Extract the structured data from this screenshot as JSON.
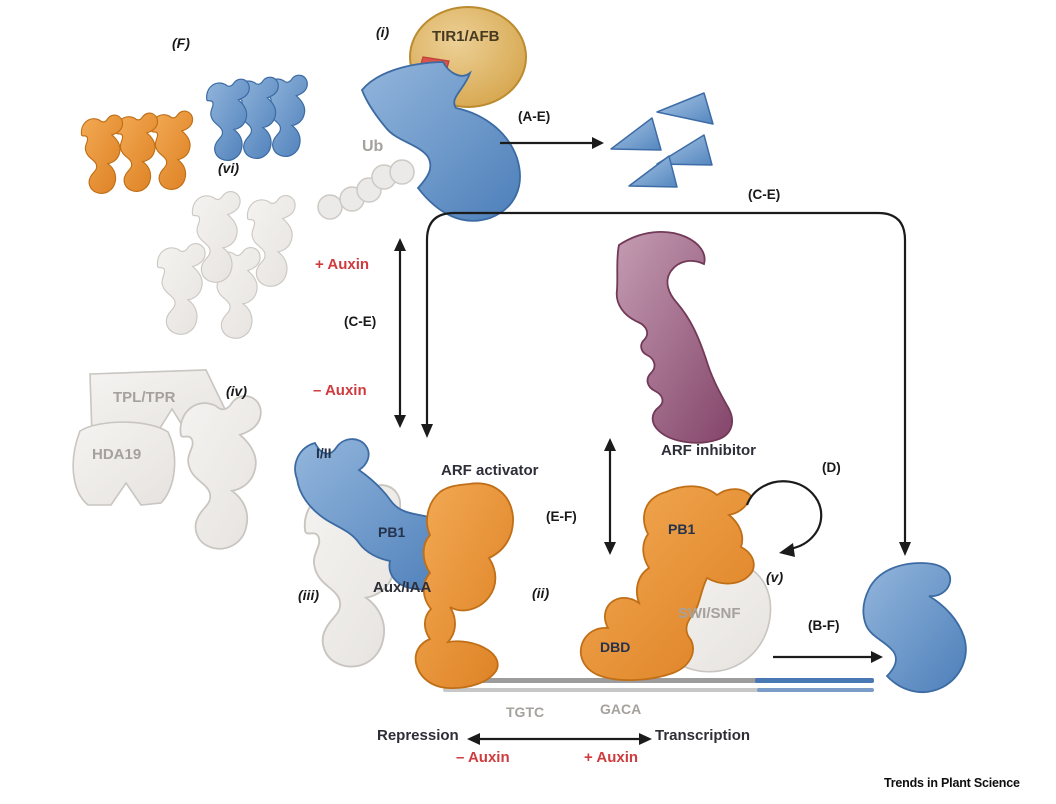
{
  "figure": {
    "credit": "Trends in Plant Science",
    "colors": {
      "blue": "#5b8cc4",
      "orange": "#e8923b",
      "tan": "#ddae5d",
      "purple": "#8c4a6d",
      "gray_protein": "#f0eeec",
      "red_accent": "#cf3b3e",
      "dna_gray": "#9c9c9c",
      "dna_blue": "#4a78b4"
    }
  },
  "markers": {
    "f": "(F)",
    "i": "(i)",
    "ii": "(ii)",
    "iii": "(iii)",
    "iv": "(iv)",
    "v": "(v)",
    "vi": "(vi)"
  },
  "steps": {
    "a_e": "(A-E)",
    "c_e_top": "(C-E)",
    "c_e_mid": "(C-E)",
    "e_f": "(E-F)",
    "d": "(D)",
    "b_f": "(B-F)"
  },
  "proteins": {
    "tir1_afb": "TIR1/AFB",
    "ubiquitin": "Ub",
    "tpl_tpr": "TPL/TPR",
    "hda19": "HDA19",
    "domain_i_ii": "I/II",
    "pb1_aux_iaa": "PB1",
    "pb1_arf": "PB1",
    "aux_iaa": "Aux/IAA",
    "arf_activator": "ARF activator",
    "arf_inhibitor": "ARF inhibitor",
    "swi_snf": "SWI/SNF",
    "dbd": "DBD"
  },
  "auxin_states": {
    "plus_mid": "+ Auxin",
    "minus_mid": "– Auxin",
    "minus_bottom": "– Auxin",
    "plus_bottom": "+ Auxin"
  },
  "dna_elements": {
    "left": "TGTC",
    "right": "GACA"
  },
  "outcomes": {
    "left": "Repression",
    "right": "Transcription"
  }
}
